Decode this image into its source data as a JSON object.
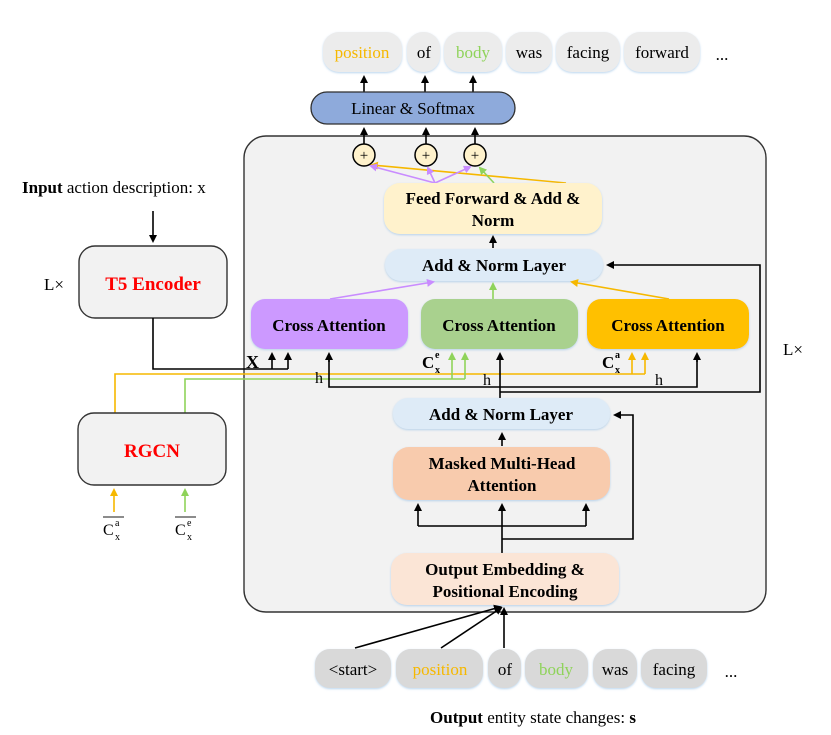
{
  "colors": {
    "yellow": "#f6b800",
    "green": "#8fd35a",
    "purple": "#c98cff",
    "red": "#ff0000",
    "panel_bg": "#f2f2f2",
    "linear_softmax": "#8eaadb",
    "feed_forward": "#fff2cc",
    "add_norm": "#deebf7",
    "cross_purple": "#cc99ff",
    "cross_green": "#a9d18e",
    "cross_yellow": "#ffc000",
    "masked_attn": "#f8cbad",
    "embedding": "#fbe5d6",
    "token_bg": "#ececec",
    "input_token_bg": "#d9d9d9"
  },
  "output_tokens": [
    {
      "text": "position",
      "color": "yellow"
    },
    {
      "text": "of",
      "color": "black"
    },
    {
      "text": "body",
      "color": "green"
    },
    {
      "text": "was",
      "color": "black"
    },
    {
      "text": "facing",
      "color": "black"
    },
    {
      "text": "forward",
      "color": "black"
    }
  ],
  "output_ellipsis": "...",
  "input_tokens": [
    {
      "text": "<start>",
      "color": "black"
    },
    {
      "text": "position",
      "color": "yellow"
    },
    {
      "text": "of",
      "color": "black"
    },
    {
      "text": "body",
      "color": "green"
    },
    {
      "text": "was",
      "color": "black"
    },
    {
      "text": "facing",
      "color": "black"
    }
  ],
  "input_ellipsis": "...",
  "blocks": {
    "linear_softmax": "Linear & Softmax",
    "feed_forward_line1": "Feed Forward & Add &",
    "feed_forward_line2": "Norm",
    "add_norm_top": "Add & Norm Layer",
    "cross_attention_x": "Cross Attention",
    "cross_attention_e": "Cross Attention",
    "cross_attention_a": "Cross Attention",
    "add_norm_bottom": "Add & Norm Layer",
    "masked_line1": "Masked Multi-Head",
    "masked_line2": "Attention",
    "embedding_line1": "Output Embedding &",
    "embedding_line2": "Positional Encoding",
    "t5_encoder": "T5 Encoder",
    "rgcn": "RGCN",
    "plus": "+"
  },
  "labels": {
    "input_bold": "Input",
    "input_rest": " action description: x",
    "output_bold": "Output",
    "output_rest": " entity state changes: ",
    "output_var": "s",
    "encoder_repeat": "L×",
    "decoder_repeat": "L×",
    "x_var": "X",
    "h_var": "h",
    "c_base": "C",
    "c_sub": "x",
    "c_sup_e": "e",
    "c_sup_a": "a"
  }
}
